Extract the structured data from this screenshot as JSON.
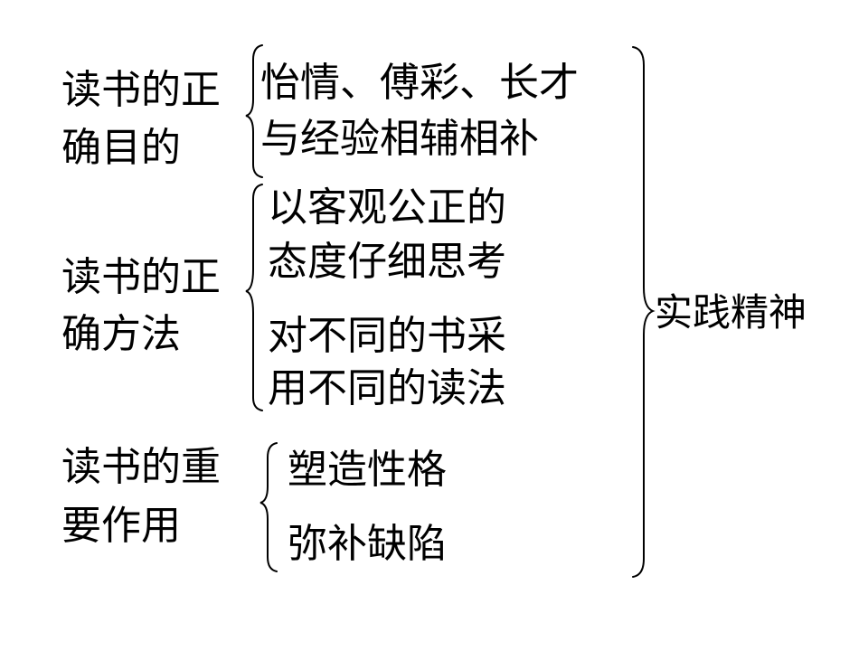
{
  "left_labels": [
    {
      "line1": "读书的正",
      "line2": "确目的"
    },
    {
      "line1": "读书的正",
      "line2": "确方法"
    },
    {
      "line1": "读书的重",
      "line2": "要作用"
    }
  ],
  "purpose_items": [
    "怡情、傅彩、长才",
    "与经验相辅相补"
  ],
  "method_items": [
    "以客观公正的",
    "态度仔细思考",
    "对不同的书采",
    "用不同的读法"
  ],
  "role_items": [
    "塑造性格",
    "弥补缺陷"
  ],
  "summary": "实践精神"
}
